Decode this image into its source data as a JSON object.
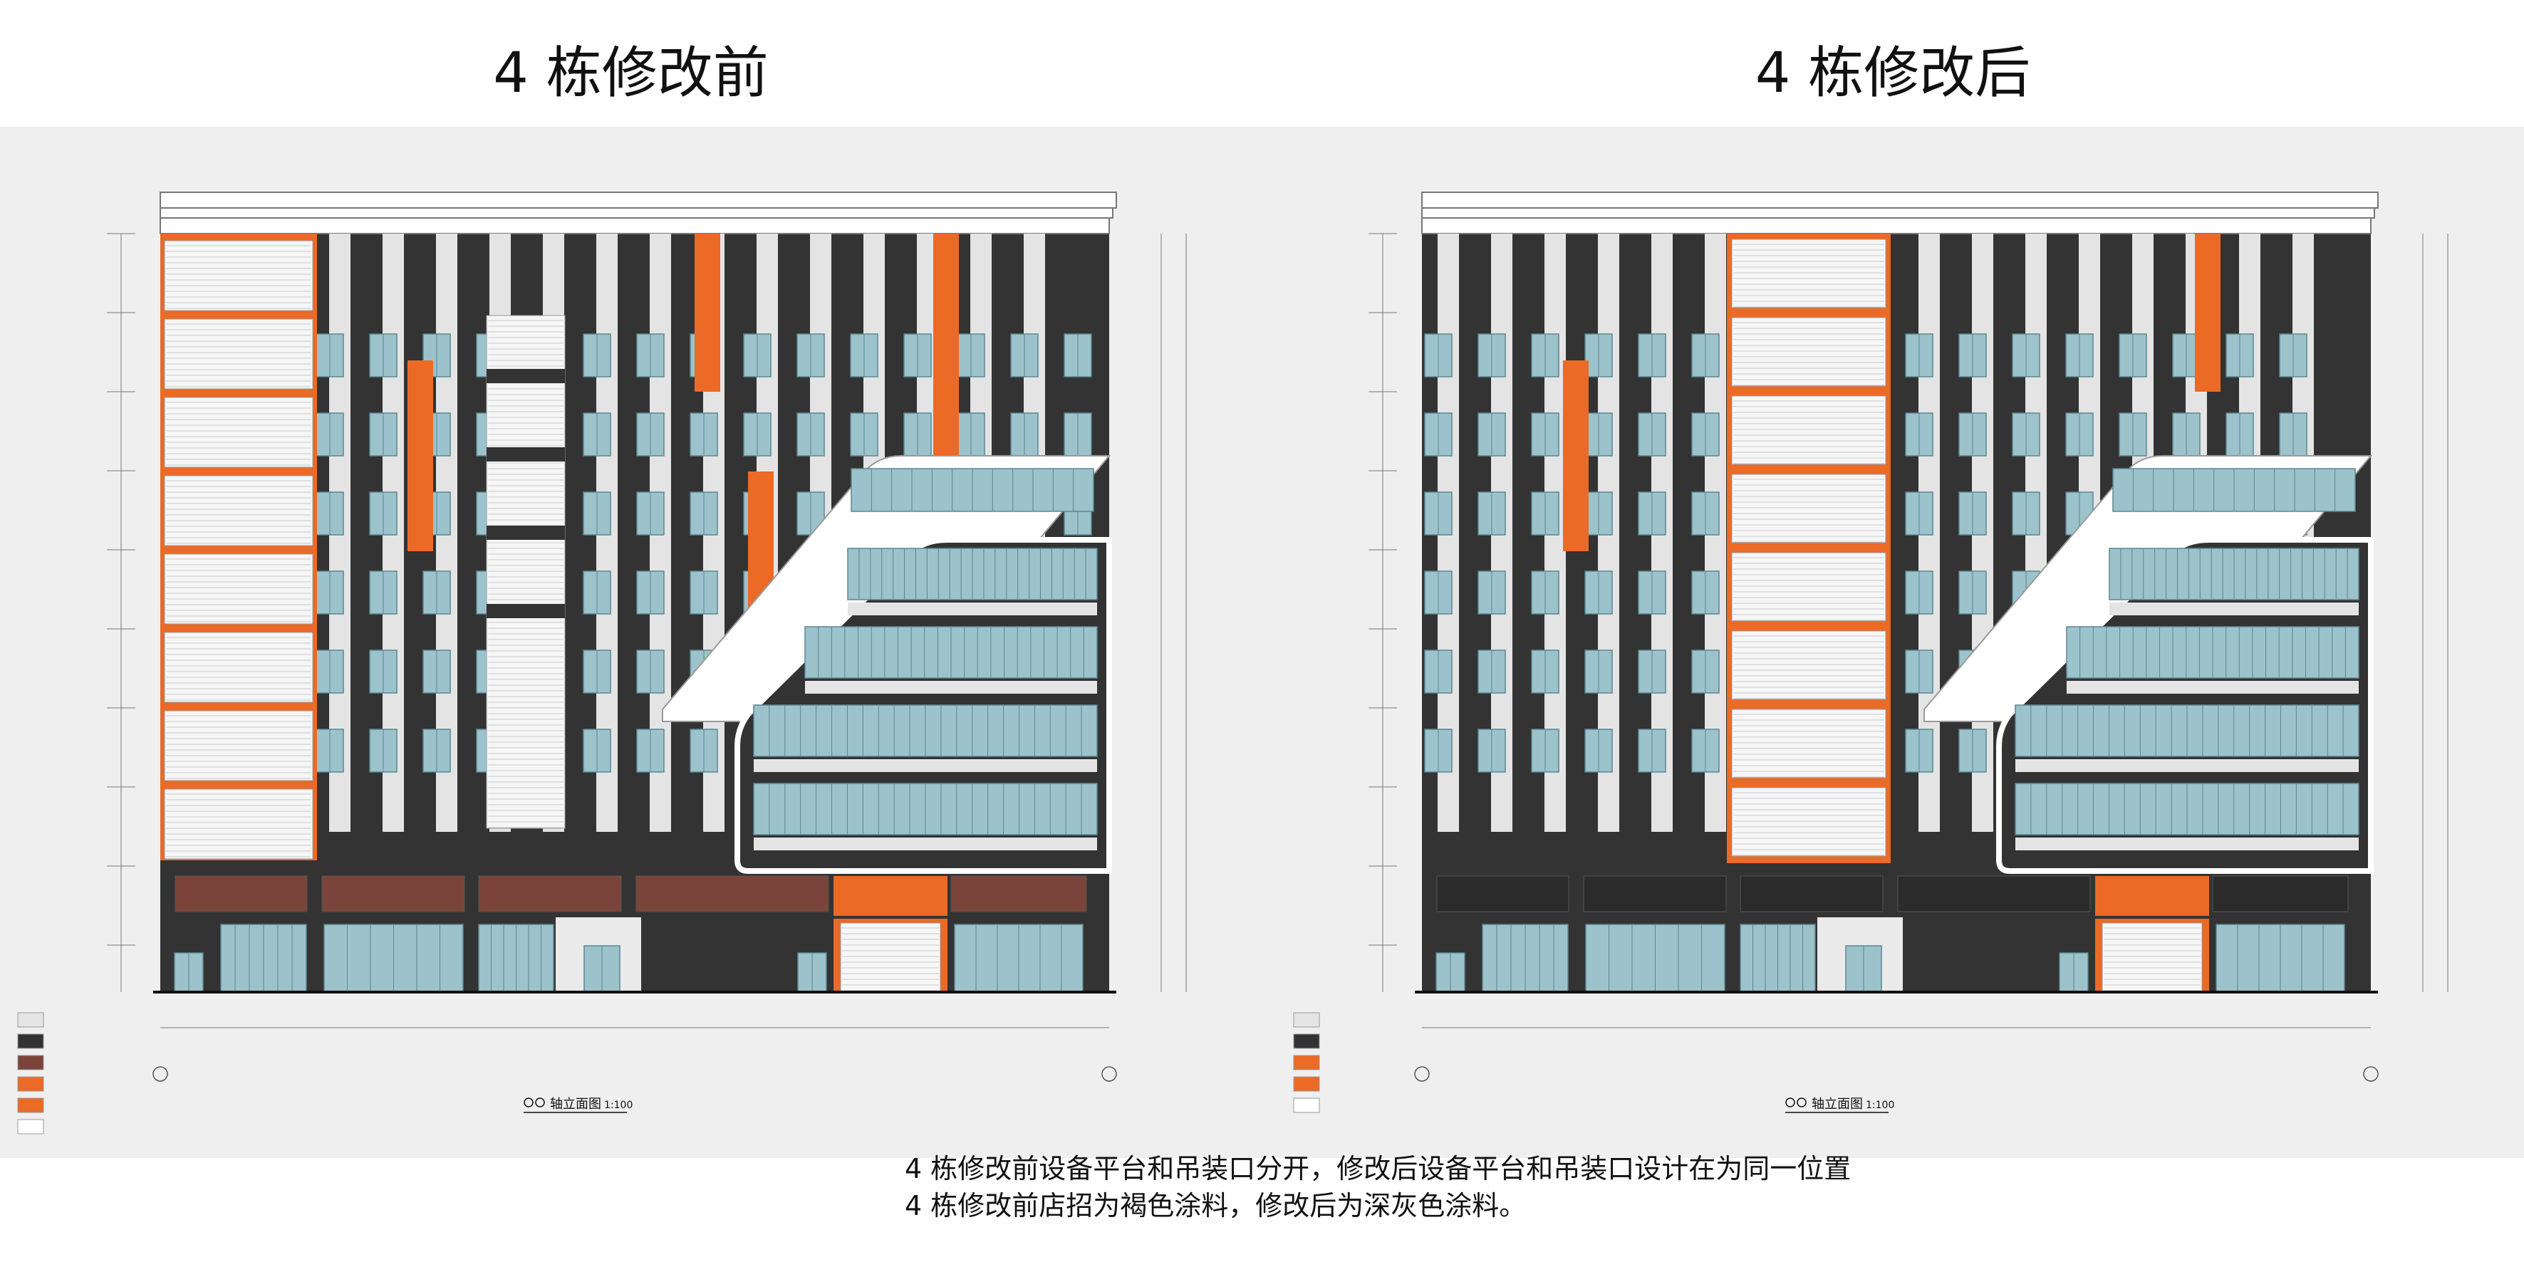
{
  "titles": {
    "before": "4 栋修改前",
    "after": "4 栋修改后"
  },
  "drawings": {
    "before": {
      "caption_label": "轴立面图",
      "caption_scale": "1:100"
    },
    "after": {
      "caption_label": "轴立面图",
      "caption_scale": "1:100"
    }
  },
  "caption": {
    "line1": "4 栋修改前设备平台和吊装口分开，修改后设备平台和吊装口设计在为同一位置",
    "line2": "4 栋修改前店招为褐色涂料，修改后为深灰色涂料。"
  },
  "colors": {
    "dark": "#333333",
    "light": "#e4e4e4",
    "orange": "#eb6a26",
    "brown": "#7b443b",
    "glass": "#9cc3cc",
    "band": "#efefef"
  }
}
